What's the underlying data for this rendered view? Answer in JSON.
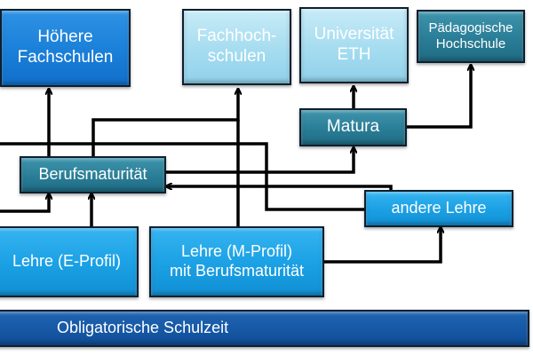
{
  "boxes": {
    "hoehere_fachschulen": "Höhere\nFachschulen",
    "fachhochschulen": "Fachhoch-\nschulen",
    "universitaet_eth": "Universität\nETH",
    "paedagogische_hochschule": "Pädagogische\nHochschule",
    "matura": "Matura",
    "berufsmaturitaet": "Berufsmaturität",
    "andere_lehre": "andere Lehre",
    "lehre_e_profil": "Lehre (E-Profil)",
    "lehre_m_profil": "Lehre (M-Profil)\nmit Berufsmaturität",
    "obligatorische_schulzeit": "Obligatorische Schulzeit"
  },
  "colors": {
    "bright_blue": "#1aa0e4",
    "medium_blue": "#1a7fd8",
    "light_blue": "#a5dcf0",
    "teal": "#2a7d96",
    "navy": "#1658a6",
    "connector": "#000000"
  }
}
